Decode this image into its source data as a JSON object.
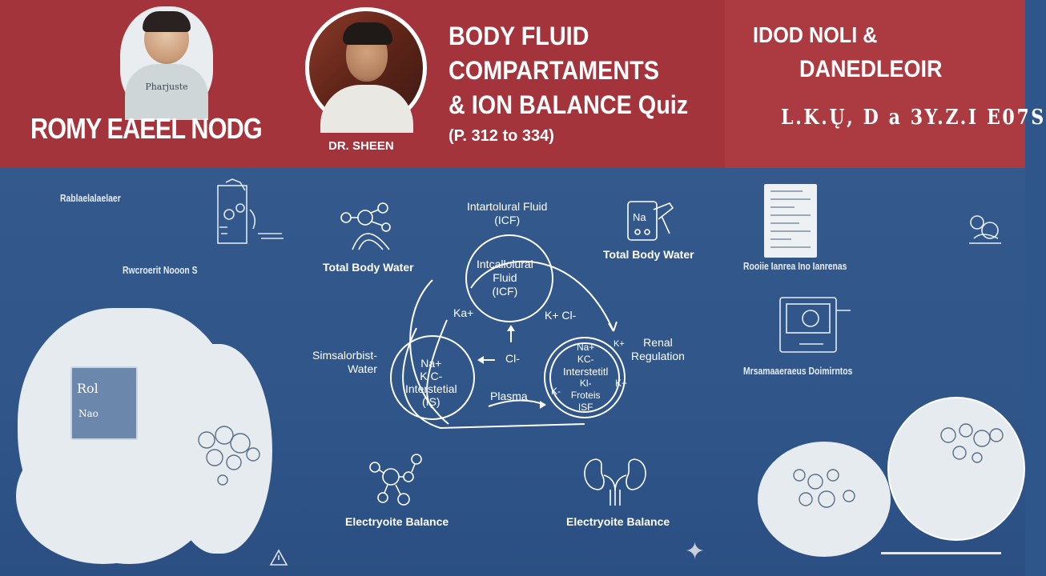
{
  "header": {
    "left_title": "ROMY EAEEL NODG",
    "left_avatar_shirt_text": "Pharjuste",
    "doctor_name": "DR. SHEEN",
    "title_lines": [
      "BODY FLUID",
      "COMPARTAMENTS",
      "& ION BALANCE Quiz"
    ],
    "page_range": "(P. 312 to 334)",
    "right_line1": "IDOD NOLI &",
    "right_line2": "DANEDLEOIR",
    "right_line3": "L.K.Ų, D a 3Y.Z.I E07S"
  },
  "left_panel": {
    "label_top": "Rablaelalaelaer",
    "label_mid": "Rwcroerit   Nooon   S",
    "card_text": [
      "Rol",
      "Nao"
    ]
  },
  "diagram": {
    "top_label": [
      "Intartolural Fluid",
      "(ICF)"
    ],
    "total_body_water_left": "Total Body Water",
    "total_body_water_right": "Total Body Water",
    "icon_na_label": "Na",
    "icf_circle": [
      "Intcallolural",
      "Fluid",
      "(ICF)"
    ],
    "ka_label": "Ka+",
    "k_cl_label": "K+ Cl-",
    "cl_label": "Cl-",
    "is_circle": [
      "Na+",
      "K C-",
      "Interstetial",
      "(IS)"
    ],
    "left_side_label": [
      "Simsalorbist-",
      "Water"
    ],
    "plasma_label": "Plasma",
    "isf_circle": [
      "Na+",
      "KC-",
      "Interstetitl",
      "Kl-",
      "Froteis",
      "ISF"
    ],
    "isf_k_left": "K-",
    "isf_k_right": "K+",
    "isf_k_top": "K+",
    "renal_label": [
      "Renal",
      "Regulation"
    ],
    "electrolyte_left": "Electryoite Balance",
    "electrolyte_right": "Electryoite Balance"
  },
  "right_panel": {
    "label_top": "Rooiie Ianrea Ino Ianrenas",
    "label_mid": "Mrsamaaeraeus   Doimirntos"
  },
  "colors": {
    "banner_red": "#a4343b",
    "background_blue": "#2f568a",
    "line_white": "#ffffff",
    "blob_white": "#e6ebf0"
  }
}
